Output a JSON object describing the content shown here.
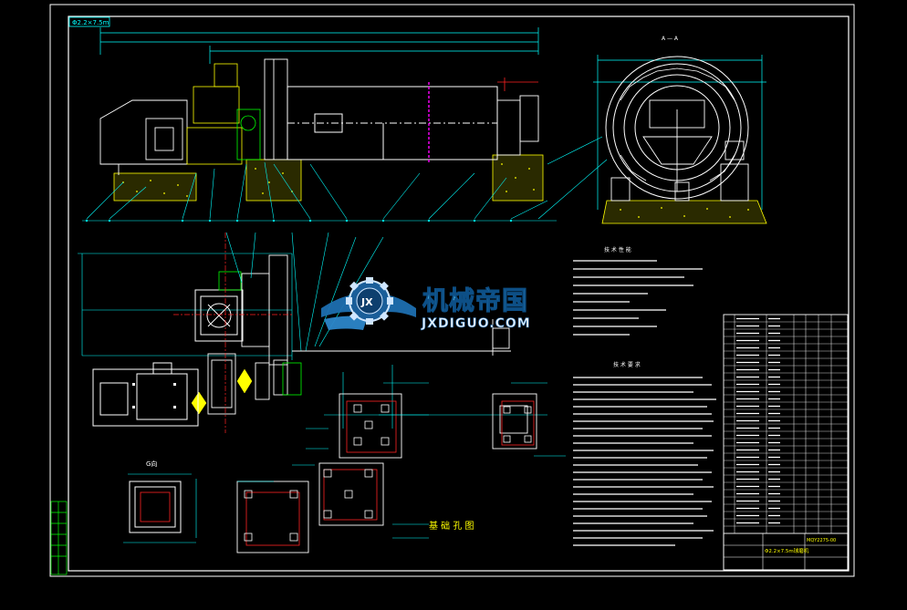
{
  "colors": {
    "background": "#000000",
    "frame": "#ffffff",
    "cyan": "#00ffff",
    "yellow": "#ffff00",
    "green": "#00ff00",
    "red": "#ff2020",
    "magenta": "#ff00ff",
    "white": "#ffffff",
    "watermark_text": "#3aa0d8"
  },
  "watermark": {
    "logo_letters": "JX",
    "title": "机械帝国",
    "url": "JXDIGUO.COM"
  },
  "labels": {
    "top_left_tag": "Φ2.2×7.5m",
    "section_mark": "A — A",
    "tech_req_title": "技 术 要 求",
    "tech_perf_title": "技 术 性 能",
    "foundation_title": "基 础 孔 图",
    "view_g": "G向",
    "title_block_name": "Φ2.2×7.5m球磨机",
    "drawing_no": "MQY2275-00"
  }
}
